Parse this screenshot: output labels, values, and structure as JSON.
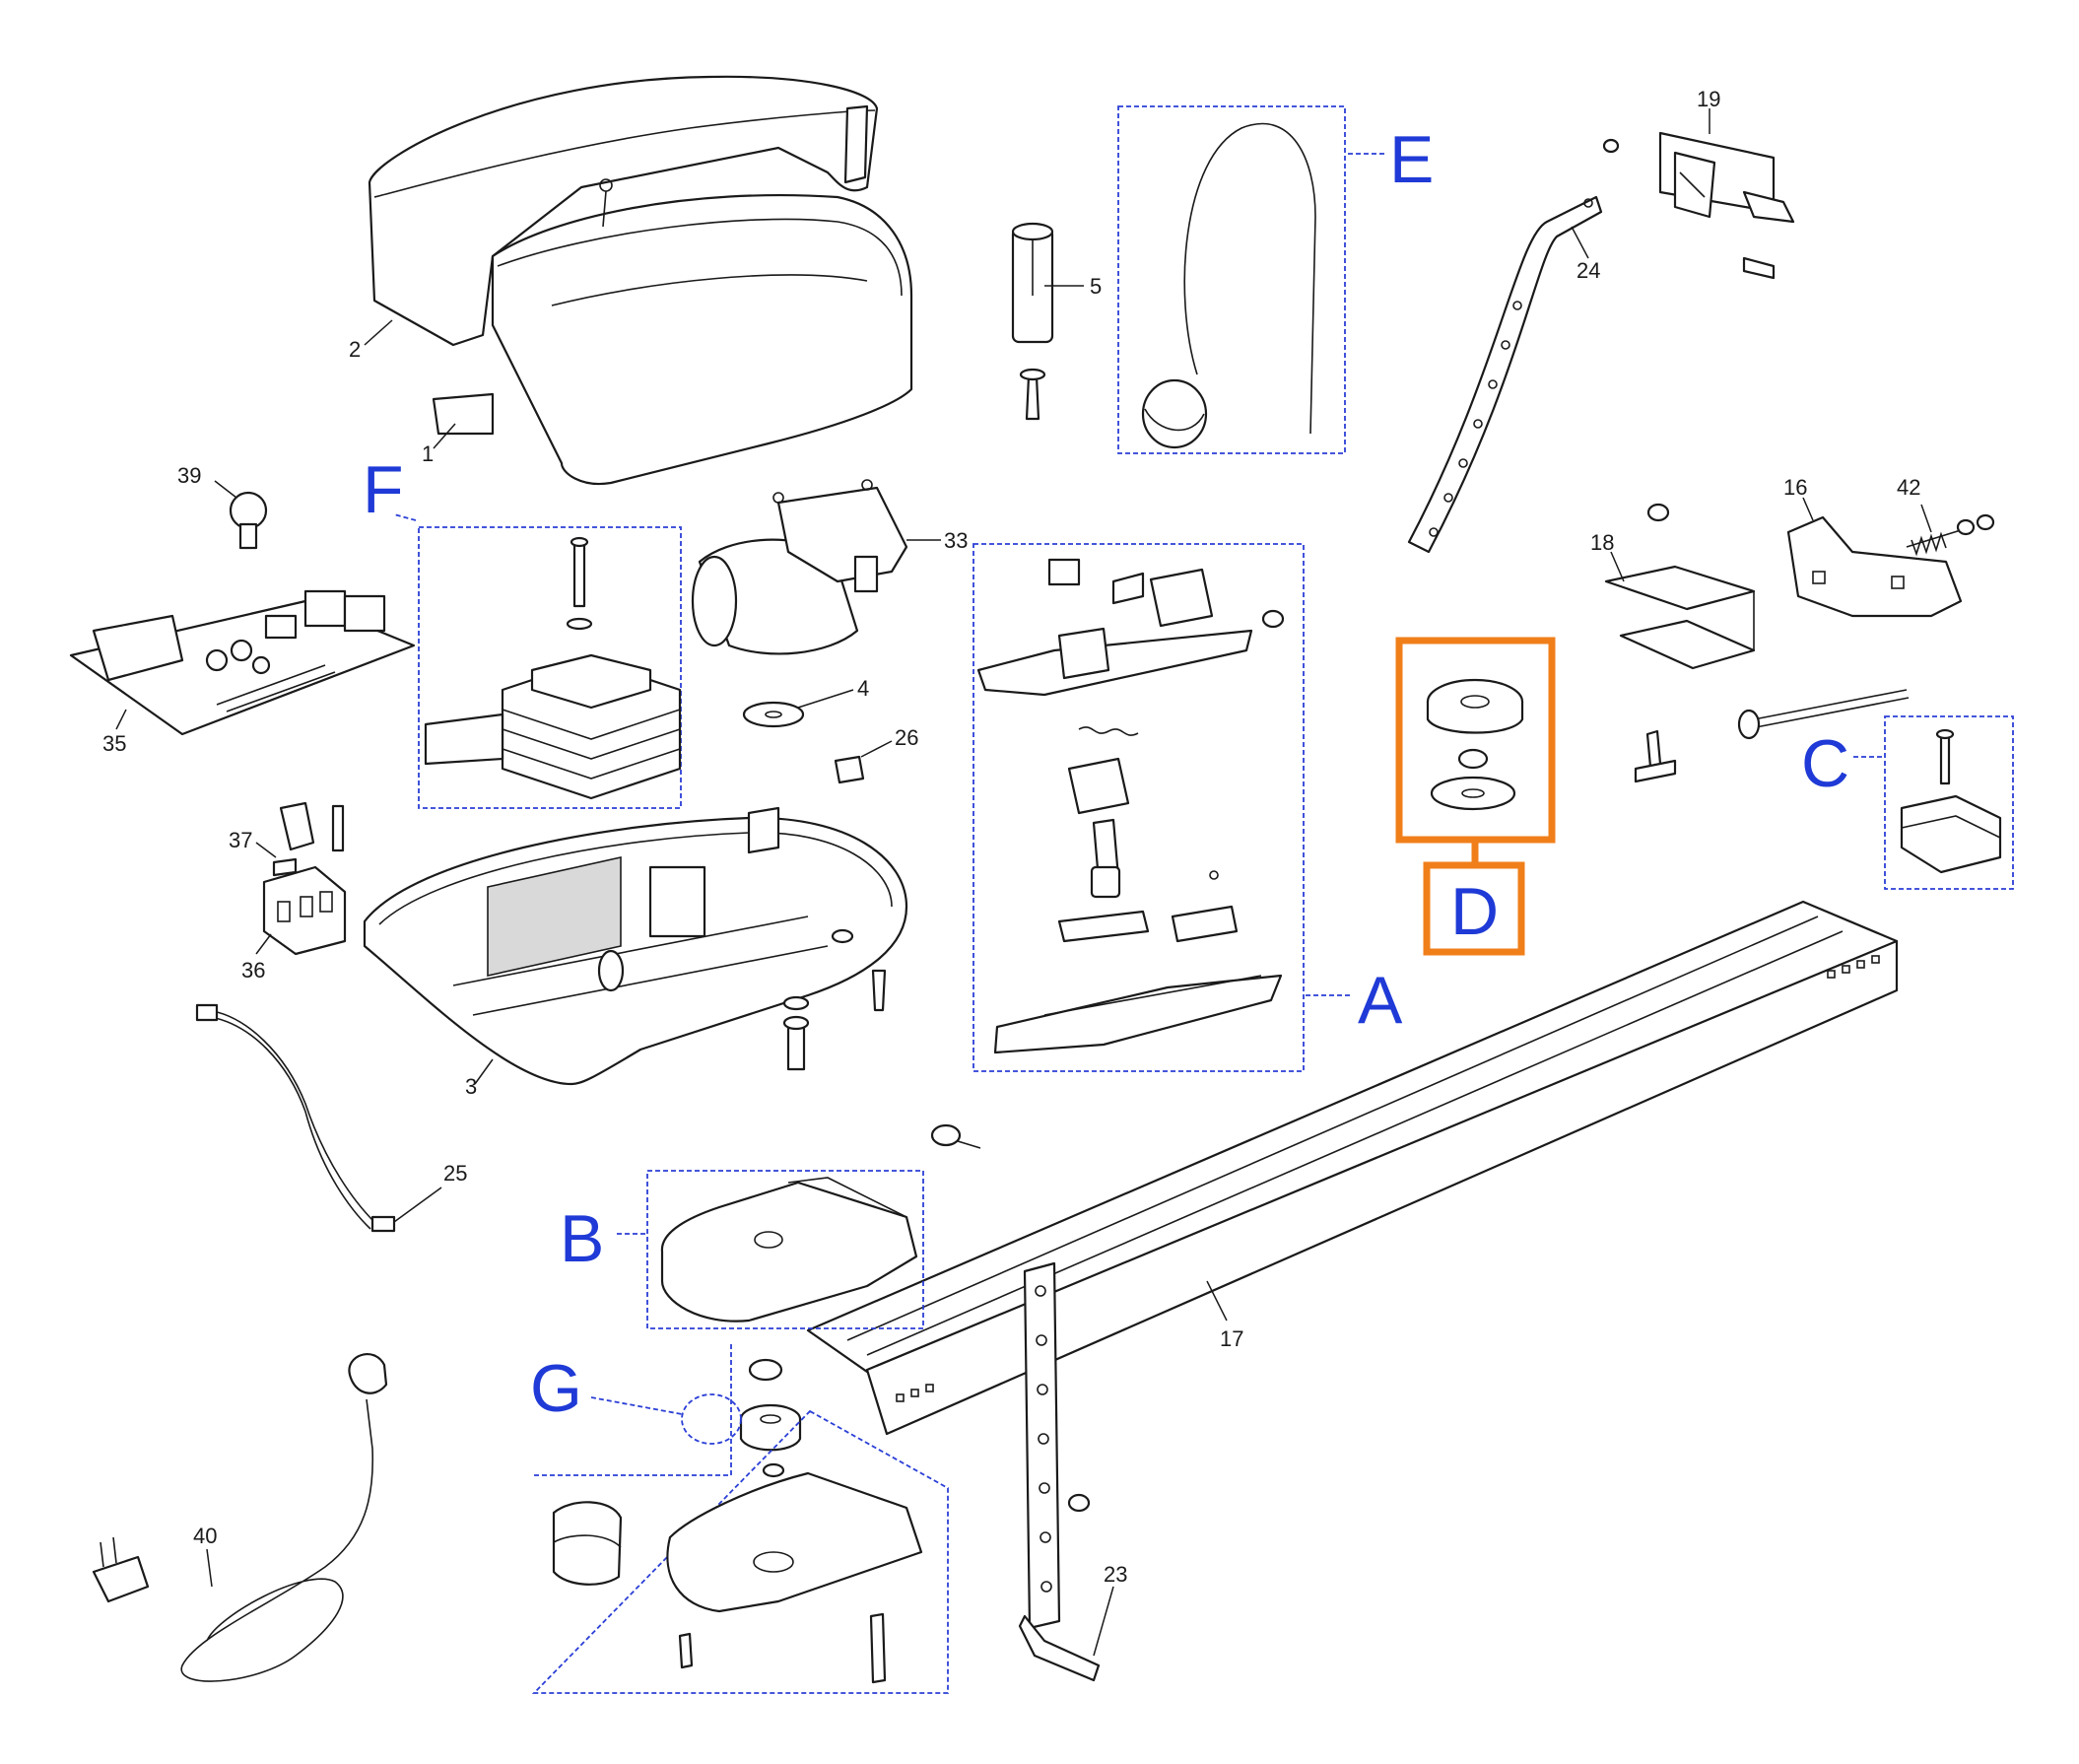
{
  "part_numbers": {
    "p1": "1",
    "p2": "2",
    "p3": "3",
    "p4": "4",
    "p5": "5",
    "p16": "16",
    "p17": "17",
    "p18": "18",
    "p19": "19",
    "p23": "23",
    "p24": "24",
    "p25": "25",
    "p26": "26",
    "p33": "33",
    "p35": "35",
    "p36": "36",
    "p37": "37",
    "p39": "39",
    "p40": "40",
    "p42": "42"
  },
  "group_labels": {
    "A": "A",
    "B": "B",
    "C": "C",
    "D": "D",
    "E": "E",
    "F": "F",
    "G": "G"
  },
  "colors": {
    "group_outline": "#2b3fd6",
    "group_label": "#1f3ad6",
    "highlight": "#f07f1a",
    "line_art": "#1a1a1a"
  },
  "highlighted_group": "D"
}
